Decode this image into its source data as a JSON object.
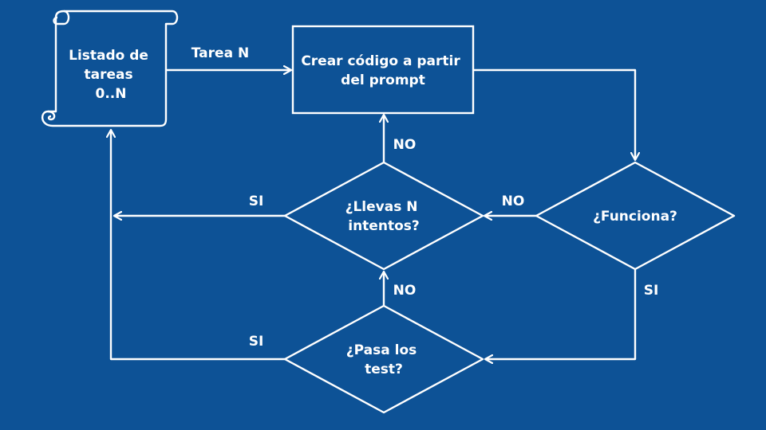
{
  "colors": {
    "background": "#0d5296",
    "stroke": "#ffffff",
    "text": "#ffffff"
  },
  "nodes": {
    "task_list": {
      "lines": [
        "Listado de",
        "tareas",
        "0..N"
      ]
    },
    "create_code": {
      "lines": [
        "Crear código a partir",
        "del prompt"
      ]
    },
    "works": {
      "lines": [
        "¿Funciona?"
      ]
    },
    "attempts": {
      "lines": [
        "¿Llevas N",
        "intentos?"
      ]
    },
    "tests": {
      "lines": [
        "¿Pasa los",
        "test?"
      ]
    }
  },
  "edges": {
    "task_n": "Tarea N",
    "works_no": "NO",
    "works_si": "SI",
    "attempts_no": "NO",
    "attempts_si": "SI",
    "tests_no": "NO",
    "tests_si": "SI"
  }
}
